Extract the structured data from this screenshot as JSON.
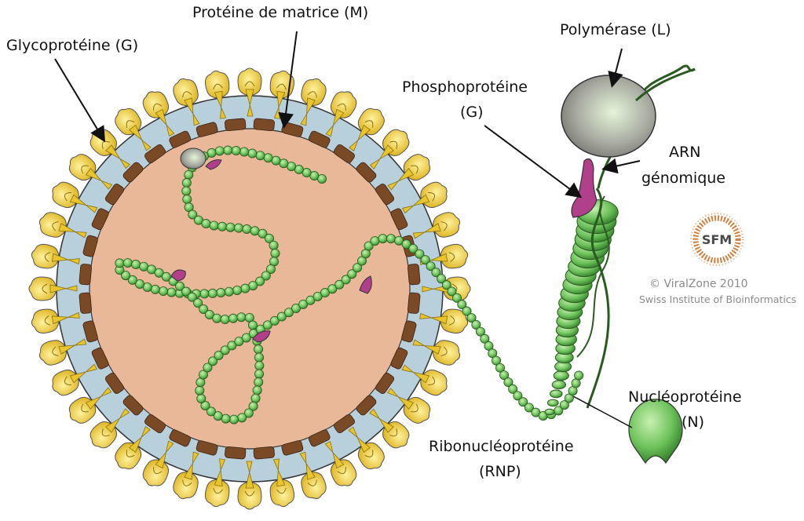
{
  "labels": {
    "glycoprotein": "Glycoprotéine (G)",
    "matrix": "Protéine de matrice (M)",
    "polymerase": "Polymérase (L)",
    "phospho_line1": "Phosphoprotéine",
    "phospho_line2": "(G)",
    "rna_line1": "ARN",
    "rna_line2": "génomique",
    "nucleo_line1": "Nucléoprotéine",
    "nucleo_line2": "(N)",
    "rnp_line1": "Ribonucléoprotéine",
    "rnp_line2": "(RNP)"
  },
  "credits": {
    "logo": "SFM",
    "copyright": "© ViralZone 2010",
    "institute": "Swiss Institute of Bioinformatics"
  },
  "colors": {
    "spike": "#e8c52c",
    "membrane": "#b8cfdc",
    "matrix": "#7a4a26",
    "interior": "#e8b898",
    "nucleoprotein": "#6cc15a",
    "phosphoprotein": "#b0408a",
    "polymerase": "#a8a8a0"
  }
}
